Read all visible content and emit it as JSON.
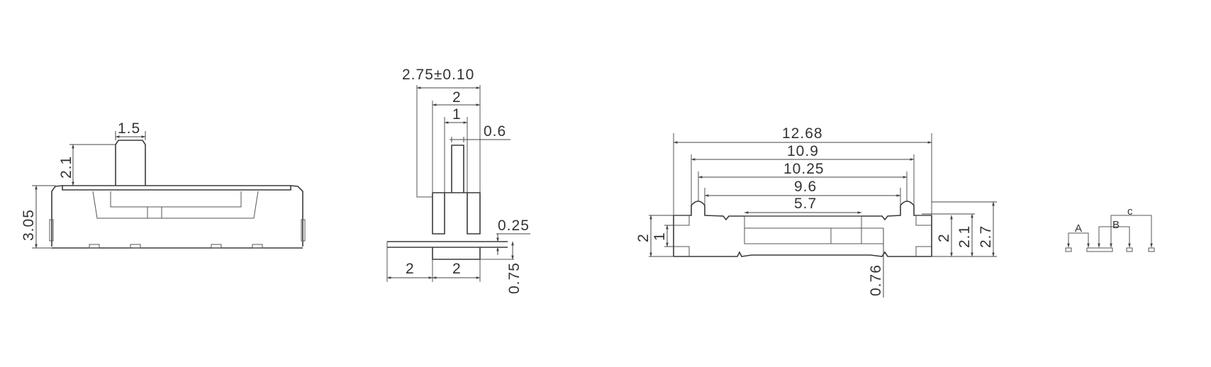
{
  "diagram": {
    "title": "Slide switch mechanical drawing",
    "views": {
      "front": {
        "labels": {
          "actuator_width": "1.5",
          "actuator_height": "2.1",
          "total_height": "3.05"
        }
      },
      "side": {
        "labels": {
          "overall_width": "2.75±0.10",
          "body_width": "2",
          "actuator_width": "1",
          "actuator_inner": "0.6",
          "terminal_thickness": "0.25",
          "foot_left": "2",
          "foot_right": "2",
          "base_height": "0.75"
        }
      },
      "top": {
        "labels": {
          "overall_length": "12.68",
          "body_length": "10.9",
          "inner_length_1": "10.25",
          "inner_length_2": "9.6",
          "slot_length": "5.7",
          "left_height": "2",
          "left_inner": "1",
          "bottom_offset": "0.76",
          "right_height_1": "2",
          "right_height_2": "2.1",
          "right_height_3": "2.7"
        }
      },
      "schematic": {
        "labels": {
          "a": "A",
          "b": "B",
          "c": "c"
        }
      }
    }
  }
}
